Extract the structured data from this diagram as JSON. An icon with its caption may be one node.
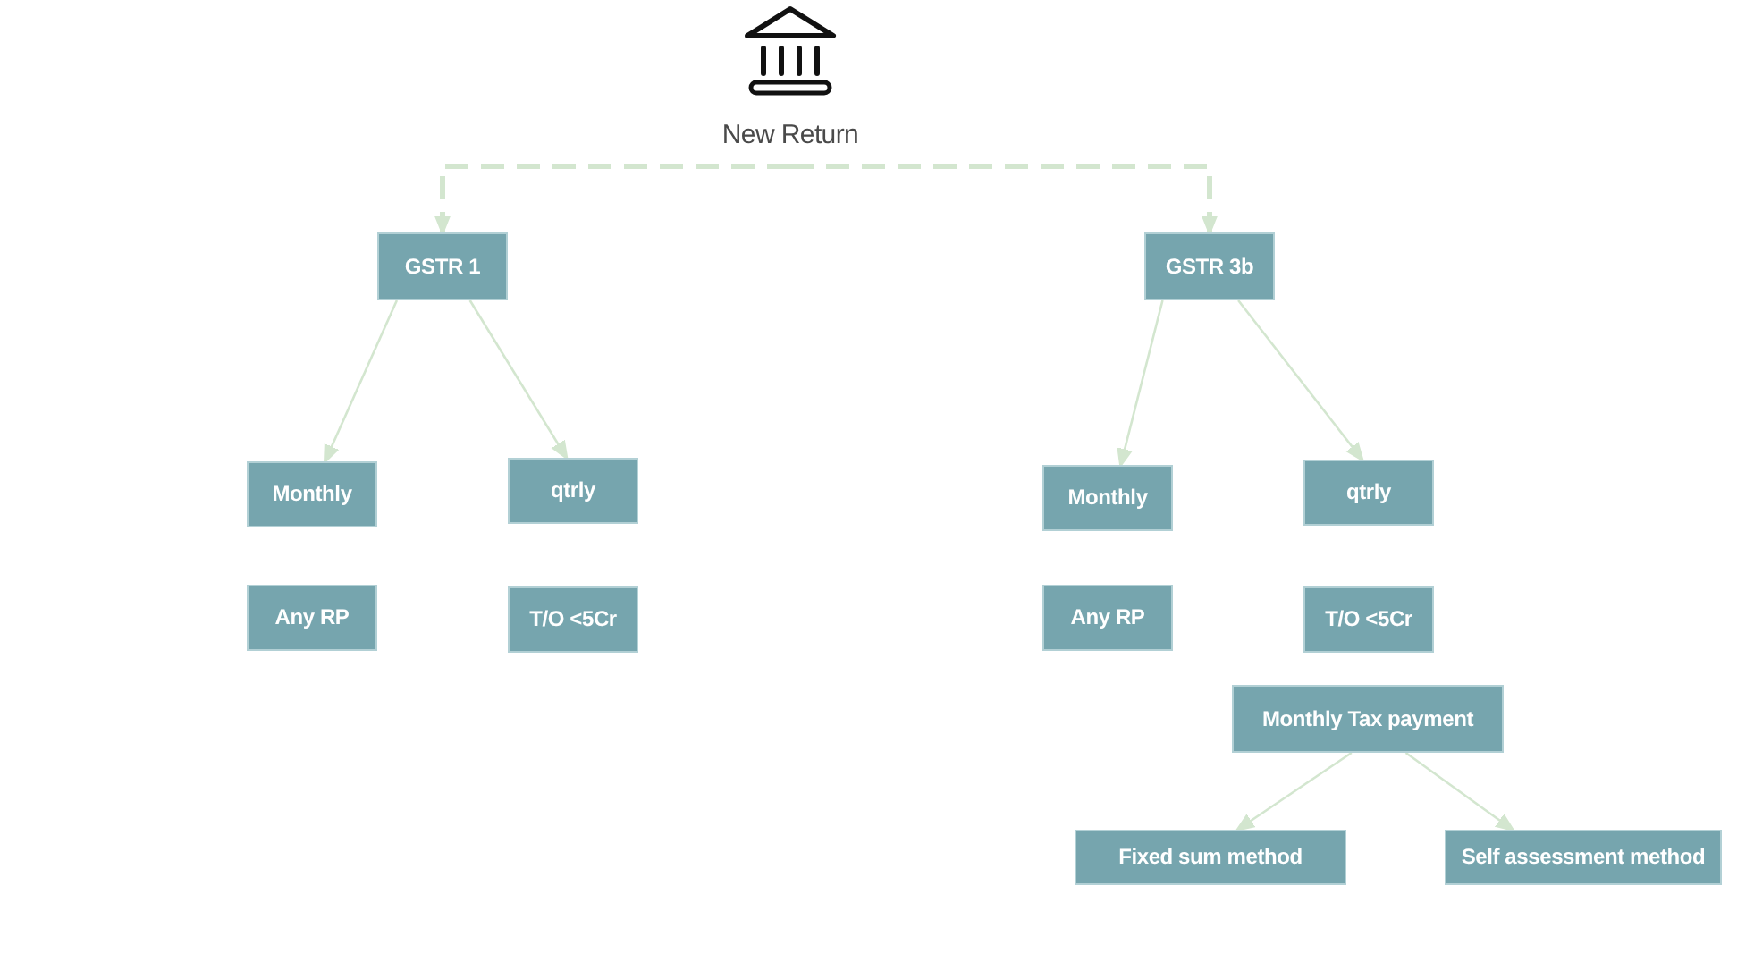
{
  "diagram": {
    "nodes": [
      {
        "text": [
          "New Return"
        ]
      },
      {
        "text": [
          "GSTR 1"
        ]
      },
      {
        "text": [
          "Monthly"
        ]
      },
      {
        "text": [
          "qtrly"
        ]
      },
      {
        "text": [
          "Any RP"
        ]
      },
      {
        "text": [
          "T/O <5Cr"
        ]
      },
      {
        "text": [
          "GSTR 3b"
        ]
      },
      {
        "text": [
          "Monthly"
        ]
      },
      {
        "text": [
          "qtrly"
        ]
      },
      {
        "text": [
          "Any RP"
        ]
      },
      {
        "text": [
          "T/O <5Cr"
        ]
      },
      {
        "text": [
          "Monthly Tax payment"
        ]
      },
      {
        "text": [
          "Fixed sum method"
        ]
      },
      {
        "text": [
          "Self assessment method"
        ]
      }
    ],
    "edges": [
      {
        "from": 0,
        "to": 1,
        "arrow": "to",
        "style": "dashed"
      },
      {
        "from": 0,
        "to": 6,
        "arrow": "to",
        "style": "dashed"
      },
      {
        "from": 1,
        "to": 2,
        "arrow": "to"
      },
      {
        "from": 1,
        "to": 3,
        "arrow": "to"
      },
      {
        "from": 6,
        "to": 7,
        "arrow": "to"
      },
      {
        "from": 6,
        "to": 8,
        "arrow": "to"
      },
      {
        "from": 11,
        "to": 12,
        "arrow": "to"
      },
      {
        "from": 11,
        "to": 13,
        "arrow": "to"
      }
    ]
  }
}
